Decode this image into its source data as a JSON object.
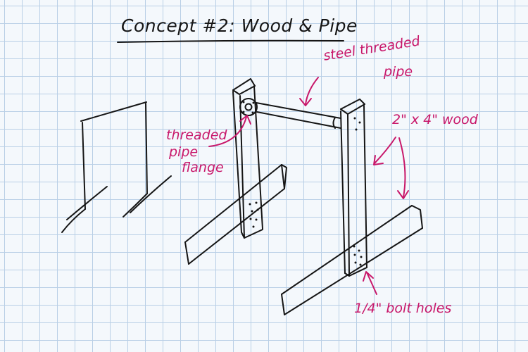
{
  "title": "Concept #2: Wood & Pipe",
  "labels": {
    "steel_pipe_line1": "steel threaded",
    "steel_pipe_line2": "pipe",
    "flange_line1": "threaded",
    "flange_line2": "pipe",
    "flange_line3": "flange",
    "wood": "2\" x 4\" wood",
    "bolt_holes": "1/4\" bolt holes"
  },
  "colors": {
    "ink": "#151515",
    "annotation": "#c8176a",
    "grid": "#b9cfe6",
    "paper": "#f4f8fc"
  }
}
